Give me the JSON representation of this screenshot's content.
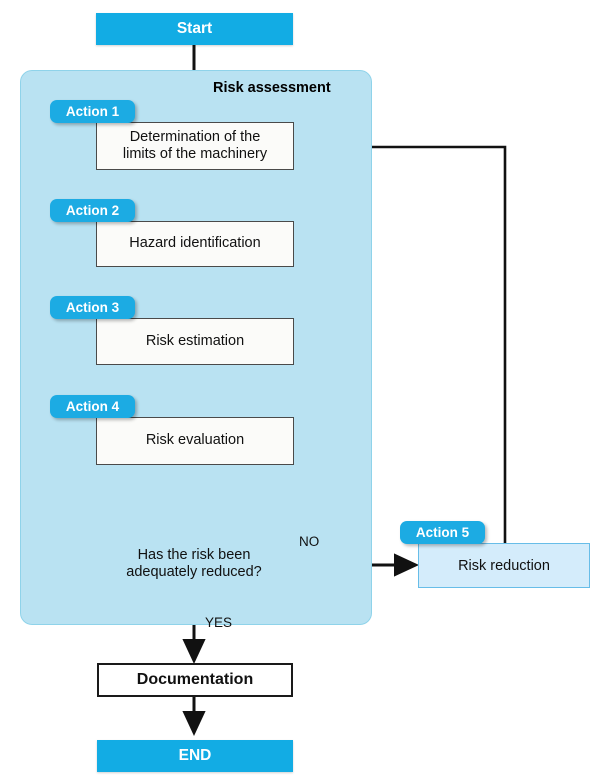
{
  "diagram": {
    "type": "flowchart",
    "title_panel": "Risk assessment",
    "nodes": {
      "start": {
        "label": "Start",
        "shape": "terminator",
        "color": "#12ace4"
      },
      "determination": {
        "label": "Determination of the\nlimits of the machinery",
        "line1": "Determination of the",
        "line2": "limits of the machinery",
        "shape": "process"
      },
      "hazard": {
        "label": "Hazard identification",
        "shape": "process"
      },
      "estimation": {
        "label": "Risk estimation",
        "shape": "process"
      },
      "evaluation": {
        "label": "Risk evaluation",
        "shape": "process"
      },
      "decision": {
        "line1": "Has the risk been",
        "line2": "adequately reduced?",
        "shape": "decision"
      },
      "reduction": {
        "label": "Risk reduction",
        "shape": "process",
        "color": "#d4ecfb"
      },
      "documentation": {
        "label": "Documentation",
        "shape": "process"
      },
      "end": {
        "label": "END",
        "shape": "terminator",
        "color": "#12ace4"
      }
    },
    "badges": [
      {
        "label": "Action 1"
      },
      {
        "label": "Action 2"
      },
      {
        "label": "Action 3"
      },
      {
        "label": "Action 4"
      },
      {
        "label": "Action 5"
      }
    ],
    "edge_labels": {
      "no": "NO",
      "yes": "YES"
    },
    "colors": {
      "accent_blue": "#12ace4",
      "badge_blue": "#1cabe3",
      "panel_fill": "#b9e2f2",
      "panel_border": "#8fd3ea",
      "light_box_fill": "#d4ecfb",
      "light_box_border": "#67bde8",
      "box_stroke": "#4a4a4a",
      "arrow": "#111111",
      "text": "#111111",
      "terminator_text": "#ffffff"
    }
  }
}
